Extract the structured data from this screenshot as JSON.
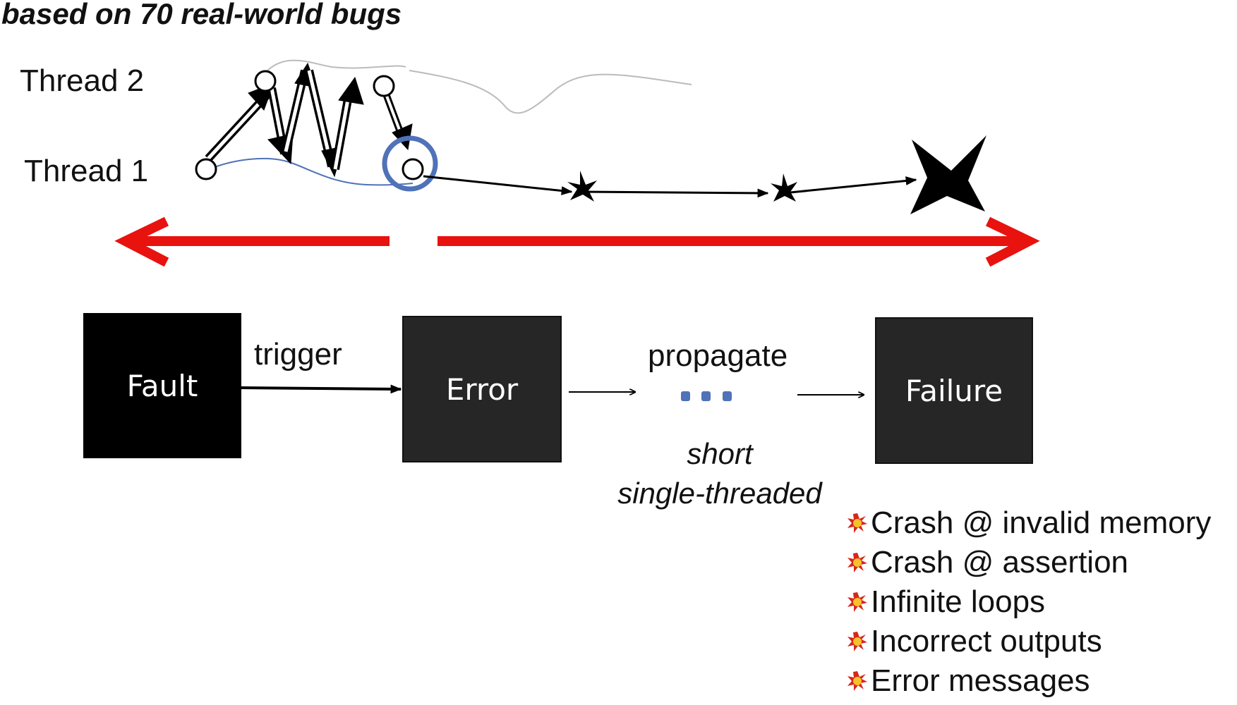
{
  "caption": "based on 70 real-world bugs",
  "threads": {
    "thread2_label": "Thread 2",
    "thread1_label": "Thread 1"
  },
  "stages": {
    "fault": "Fault",
    "error": "Error",
    "failure": "Failure"
  },
  "edges": {
    "trigger": "trigger",
    "propagate": "propagate"
  },
  "propagation_note": {
    "line1": "short",
    "line2": "single-threaded"
  },
  "symptoms": [
    "Crash @ invalid memory",
    "Crash @ assertion",
    "Infinite loops",
    "Incorrect outputs",
    "Error messages"
  ],
  "colors": {
    "arrow_red": "#e8120f",
    "box_dark": "#262626",
    "box_black": "#000000",
    "highlight_blue": "#4f72b8",
    "dots_blue": "#4f72b8",
    "burst_orange": "#f08a1e",
    "burst_red": "#d8261c"
  },
  "icons": {
    "symptom_marker": "explosion-icon",
    "failure_marker": "star-burst-icon",
    "error_marker": "x-mark-icon"
  }
}
